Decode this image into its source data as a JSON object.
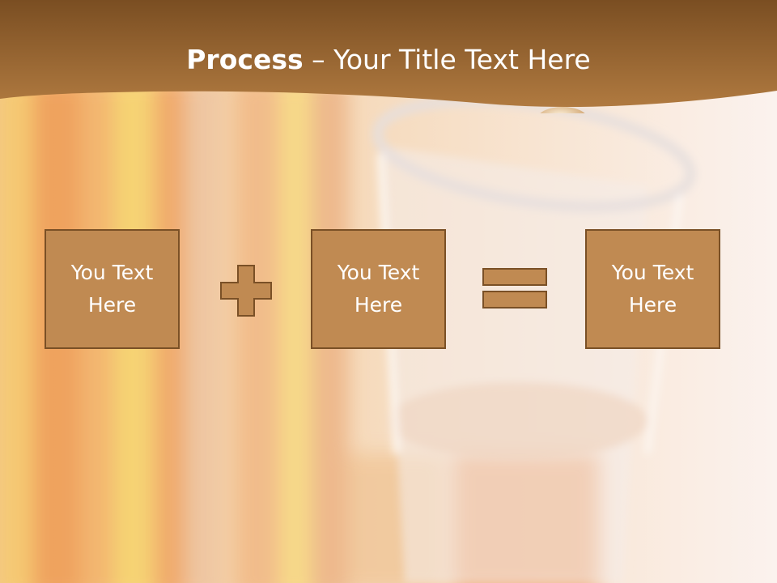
{
  "slide": {
    "title_bold": "Process",
    "title_rest": " – Your Title Text Here"
  },
  "equation": {
    "box1": "You Text Here",
    "operator1": "plus",
    "box2": "You Text Here",
    "operator2": "equals",
    "box3": "You Text Here"
  },
  "colors": {
    "header": "#8a5a28",
    "box_fill": "#c08a52",
    "box_border": "#7a5026",
    "text": "#ffffff"
  }
}
